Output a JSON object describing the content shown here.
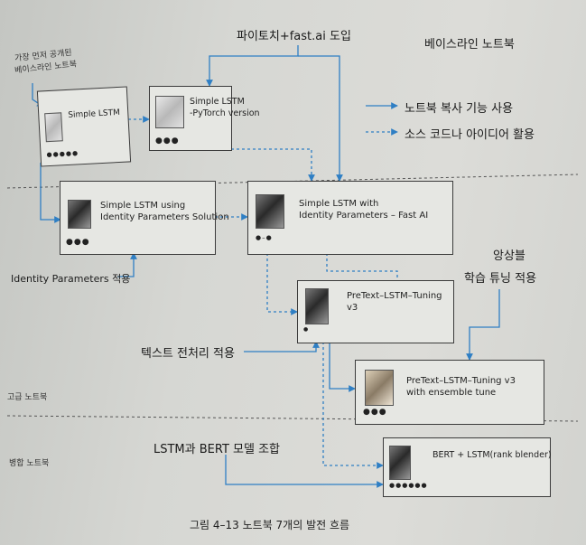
{
  "header": {
    "pytorch_fastai": "파이토치+fast.ai 도입",
    "baseline": "베이스라인 노트북",
    "earliest_line1": "가장 먼저 공개된",
    "earliest_line2": "베이스라인 노트북"
  },
  "legend": {
    "solid": "노트북 복사 기능 사용",
    "dashed": "소스 코드나 아이디어 활용"
  },
  "notebooks": {
    "simple_lstm": {
      "title": "Simple LSTM",
      "dots": "●●●●●"
    },
    "simple_lstm_pytorch": {
      "title": "Simple LSTM\n-PyTorch version",
      "dots": "●●●"
    },
    "simple_lstm_identity": {
      "title": "Simple LSTM using\nIdentity Parameters Solution",
      "dots": "●●●"
    },
    "simple_lstm_identity_fastai": {
      "title": "Simple LSTM with\nIdentity Parameters – Fast AI",
      "dots": "●–●"
    },
    "pretext_lstm_tuning": {
      "title": "PreText–LSTM–Tuning\nv3",
      "dots": "●"
    },
    "pretext_lstm_ensemble": {
      "title": "PreText–LSTM–Tuning v3\nwith ensemble tune",
      "dots": "●●●"
    },
    "bert_lstm": {
      "title": "BERT + LSTM(rank blender)",
      "dots": "●●●●●●"
    }
  },
  "annotations": {
    "identity_params": "Identity Parameters 적용",
    "ensemble_line1": "앙상블",
    "ensemble_line2": "학습 튜닝 적용",
    "text_preprocessing": "텍스트 전처리 적용",
    "lstm_bert": "LSTM과 BERT 모델 조합"
  },
  "sections": {
    "advanced": "고급 노트북",
    "combined": "병합 노트북"
  },
  "caption": "그림 4–13 노트북 7개의 발전 흐름",
  "colors": {
    "arrow_blue": "#2f7fc4",
    "text_dark": "#1d1d1d",
    "divider": "#555555"
  }
}
